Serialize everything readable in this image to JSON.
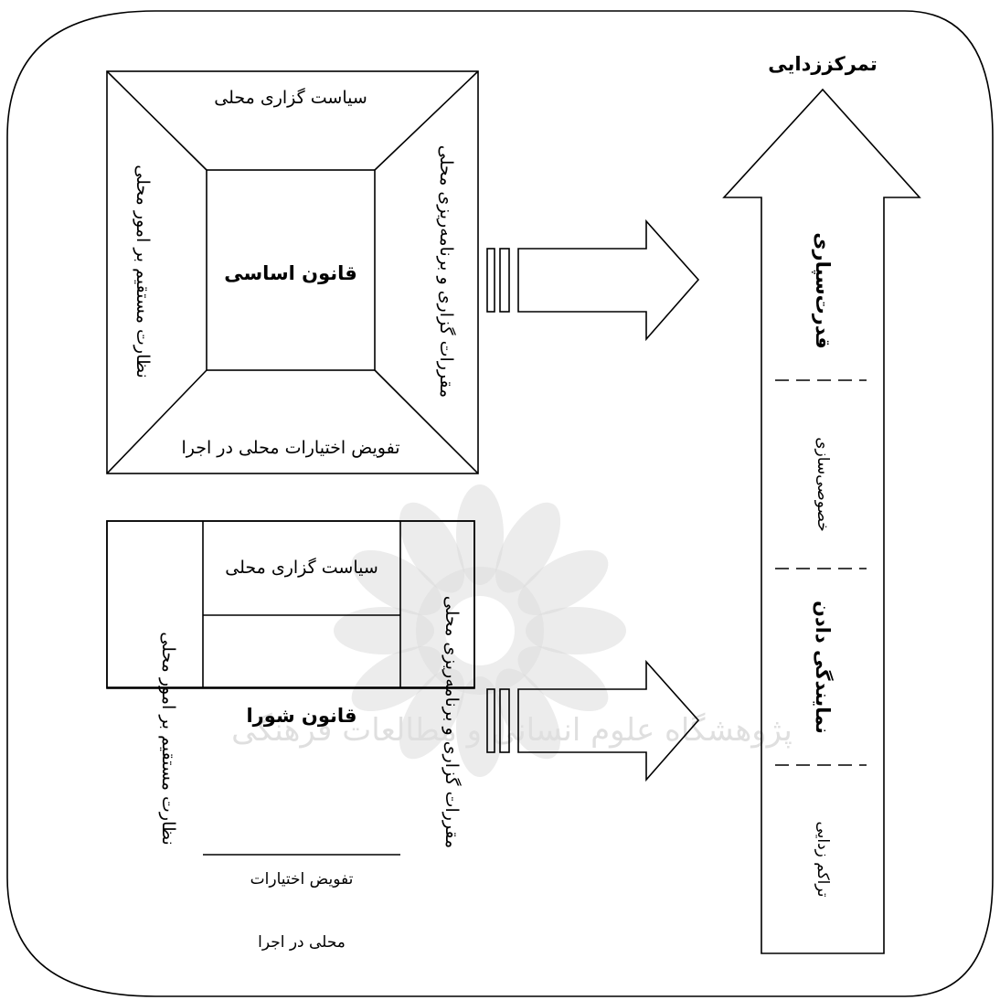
{
  "colors": {
    "ink": "#000000",
    "background": "#ffffff",
    "watermark": "#d7d7d7"
  },
  "top_box": {
    "center": "قانون اساسی",
    "top": "سیاست گزاری محلی",
    "left": "نظارت مستقیم بر امور محلی",
    "right": "مقررات گزاری و برنامه‌ریزی محلی",
    "bottom": "تفویض اختیارات محلی در اجرا"
  },
  "bottom_box": {
    "center": "قانون شورا",
    "top": "سیاست گزاری محلی",
    "left": "نظارت مستقیم بر امور محلی",
    "right": "مقررات گزاری و برنامه‌ریزی محلی",
    "bottom_line1": "تفویض اختیارات",
    "bottom_line2": "محلی در اجرا"
  },
  "big_arrow": {
    "title": "تمرکززدایی",
    "segments": [
      {
        "text": "قدرت‌سپاری",
        "bold": true
      },
      {
        "text": "خصوصی‌سازی",
        "bold": false
      },
      {
        "text": "نمایندگی دادن",
        "bold": true
      },
      {
        "text": "تراکم زدایی",
        "bold": false
      }
    ]
  },
  "watermark": {
    "text": "پژوهشگاه علوم انسانی و مطالعات فرهنگی"
  }
}
